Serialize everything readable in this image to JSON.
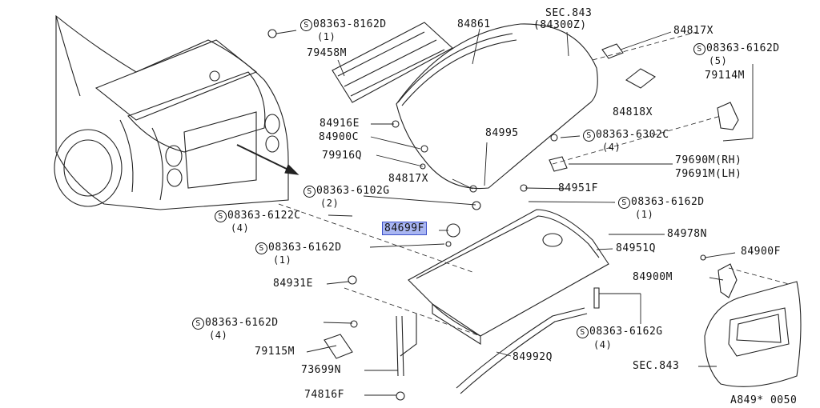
{
  "callouts": {
    "p08363_8162D": "08363-8162D",
    "q_1a": "(1)",
    "p84861": "84861",
    "sec843_top": "SEC.843",
    "p84300Z": "(84300Z)",
    "p84817X_top": "84817X",
    "p79458M": "79458M",
    "p08363_6162D_5": "08363-6162D",
    "q_5": "(5)",
    "p79114M": "79114M",
    "p84818X": "84818X",
    "p84916E": "84916E",
    "p84900C": "84900C",
    "p84995": "84995",
    "p08363_6302C": "08363-6302C",
    "q_4a": "(4)",
    "p79916Q": "79916Q",
    "p79690M": "79690M(RH)",
    "p79691M": "79691M(LH)",
    "p84817X_mid": "84817X",
    "p08363_6102G": "08363-6102G",
    "q_2": "(2)",
    "p84951F": "84951F",
    "p08363_6162D_1r": "08363-6162D",
    "q_1b": "(1)",
    "p08363_6122C": "08363-6122C",
    "q_4b": "(4)",
    "p84699F": "84699F",
    "p84978N": "84978N",
    "p08363_6162D_1l": "08363-6162D",
    "q_1c": "(1)",
    "p84951Q": "84951Q",
    "p84900F": "84900F",
    "p84931E": "84931E",
    "p84900M": "84900M",
    "p08363_6162D_4": "08363-6162D",
    "q_4c": "(4)",
    "p08363_6162G": "08363-6162G",
    "q_4d": "(4)",
    "p79115M": "79115M",
    "p84992Q": "84992Q",
    "p73699N": "73699N",
    "sec843_bottom": "SEC.843",
    "p74816F": "74816F",
    "ref": "A849* 0050"
  },
  "screw_symbol": "S",
  "highlight_color": "#a9b6f2"
}
